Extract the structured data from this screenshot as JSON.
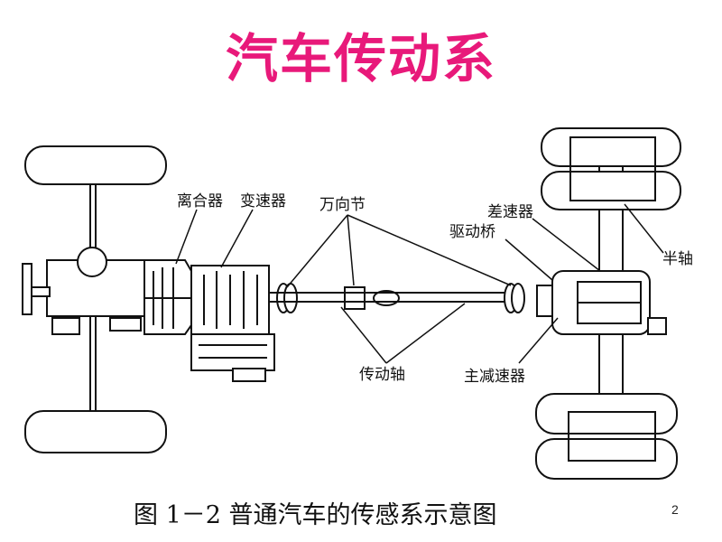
{
  "slide": {
    "title": "汽车传动系",
    "title_color": "#e8197a",
    "page_number": "2"
  },
  "figure": {
    "caption": "图 1－2  普通汽车的传感系示意图",
    "labels": {
      "clutch": "离合器",
      "gearbox": "变速器",
      "universal_joint": "万向节",
      "differential": "差速器",
      "drive_axle": "驱动桥",
      "half_shaft": "半轴",
      "drive_shaft": "传动轴",
      "final_drive": "主减速器"
    }
  }
}
